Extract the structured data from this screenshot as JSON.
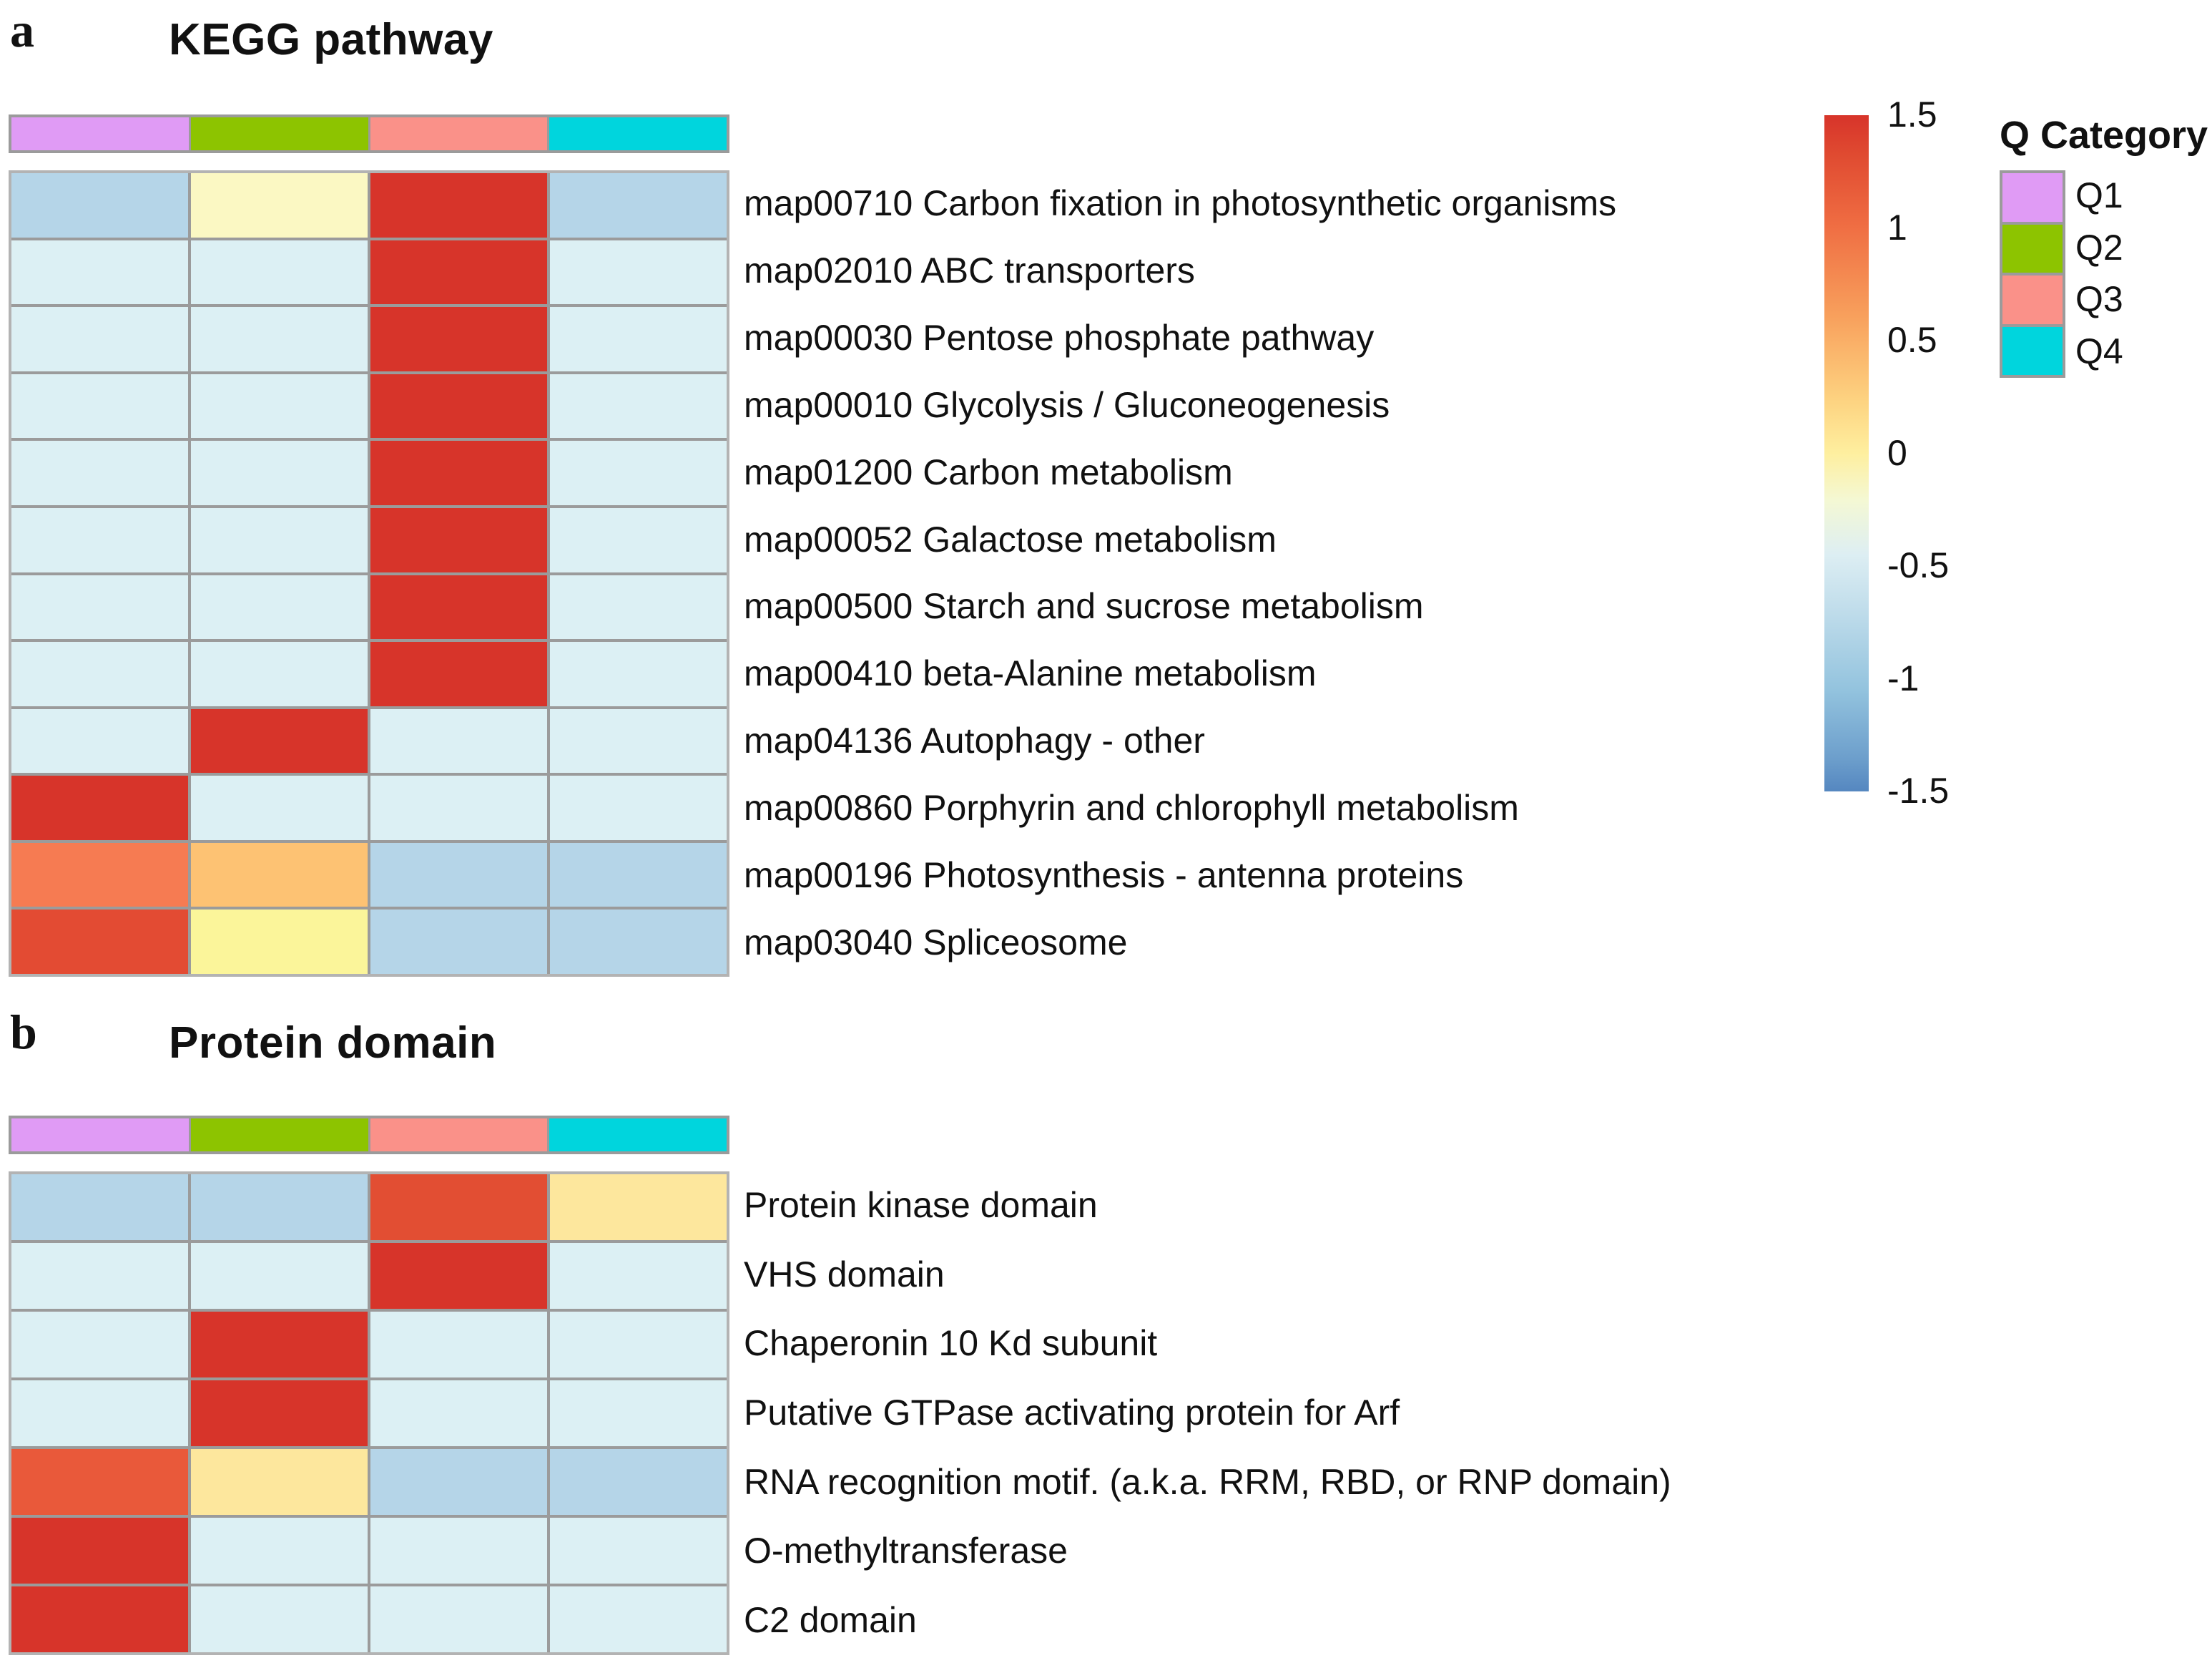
{
  "figure": {
    "panels": [
      {
        "letter": "a",
        "title": "KEGG pathway",
        "rows": [
          "map00710 Carbon fixation in photosynthetic organisms",
          "map02010 ABC transporters",
          "map00030 Pentose phosphate pathway",
          "map00010 Glycolysis / Gluconeogenesis",
          "map01200 Carbon metabolism",
          "map00052 Galactose metabolism",
          "map00500 Starch and sucrose metabolism",
          "map00410 beta-Alanine metabolism",
          "map04136 Autophagy - other",
          "map00860 Porphyrin and chlorophyll metabolism",
          "map00196 Photosynthesis - antenna proteins",
          "map03040 Spliceosome"
        ]
      },
      {
        "letter": "b",
        "title": "Protein domain",
        "rows": [
          "Protein kinase domain",
          "VHS domain",
          "Chaperonin 10 Kd subunit",
          "Putative GTPase activating protein for Arf",
          "RNA recognition motif. (a.k.a. RRM, RBD, or RNP domain)",
          "O-methyltransferase",
          "C2 domain"
        ]
      }
    ]
  },
  "colorbar": {
    "ticks": [
      "1.5",
      "1",
      "0.5",
      "0",
      "-0.5",
      "-1",
      "-1.5"
    ],
    "tick_values": [
      1.5,
      1,
      0.5,
      0,
      -0.5,
      -1,
      -1.5
    ],
    "vmin": -1.5,
    "vmax": 1.5,
    "high_color": "#d7342a",
    "mid_color": "#feef9f",
    "low_color": "#5587c0"
  },
  "q_legend": {
    "title": "Q Category",
    "items": [
      {
        "label": "Q1",
        "color": "#e09bf5"
      },
      {
        "label": "Q2",
        "color": "#8dc400"
      },
      {
        "label": "Q3",
        "color": "#fa9189"
      },
      {
        "label": "Q4",
        "color": "#00d5dd"
      }
    ]
  },
  "chart_data": {
    "type": "heatmap",
    "title": "",
    "columns": [
      "Q1",
      "Q2",
      "Q3",
      "Q4"
    ],
    "column_colors": [
      "#e09bf5",
      "#8dc400",
      "#fa9189",
      "#00d5dd"
    ],
    "colormap": "RdYlBu reversed",
    "zlim": [
      -1.5,
      1.5
    ],
    "zlabel": "",
    "grid": true,
    "legend_position": "right",
    "panels": [
      {
        "letter": "a",
        "title": "KEGG pathway",
        "ylabel": "",
        "xlabel": "",
        "rows": [
          "map00710 Carbon fixation in photosynthetic organisms",
          "map02010 ABC transporters",
          "map00030 Pentose phosphate pathway",
          "map00010 Glycolysis / Gluconeogenesis",
          "map01200 Carbon metabolism",
          "map00052 Galactose metabolism",
          "map00500 Starch and sucrose metabolism",
          "map00410 beta-Alanine metabolism",
          "map04136 Autophagy - other",
          "map00860 Porphyrin and chlorophyll metabolism",
          "map00196 Photosynthesis - antenna proteins",
          "map03040 Spliceosome"
        ],
        "values": [
          [
            -0.7,
            0.1,
            1.4,
            -0.7
          ],
          [
            -0.45,
            -0.45,
            1.4,
            -0.45
          ],
          [
            -0.45,
            -0.45,
            1.4,
            -0.45
          ],
          [
            -0.45,
            -0.45,
            1.4,
            -0.45
          ],
          [
            -0.45,
            -0.45,
            1.4,
            -0.45
          ],
          [
            -0.45,
            -0.45,
            1.4,
            -0.45
          ],
          [
            -0.45,
            -0.45,
            1.4,
            -0.45
          ],
          [
            -0.45,
            -0.45,
            1.4,
            -0.45
          ],
          [
            -0.45,
            1.4,
            -0.45,
            -0.45
          ],
          [
            1.4,
            -0.45,
            -0.45,
            -0.45
          ],
          [
            1.05,
            0.6,
            -0.7,
            -0.7
          ],
          [
            1.25,
            0.1,
            -0.7,
            -0.7
          ]
        ],
        "cell_colors": [
          [
            "#b5d5e8",
            "#fbf8c3",
            "#d7342a",
            "#b5d5e8"
          ],
          [
            "#dcf0f4",
            "#dcf0f4",
            "#d7342a",
            "#dcf0f4"
          ],
          [
            "#dcf0f4",
            "#dcf0f4",
            "#d7342a",
            "#dcf0f4"
          ],
          [
            "#dcf0f4",
            "#dcf0f4",
            "#d7342a",
            "#dcf0f4"
          ],
          [
            "#dcf0f4",
            "#dcf0f4",
            "#d7342a",
            "#dcf0f4"
          ],
          [
            "#dcf0f4",
            "#dcf0f4",
            "#d7342a",
            "#dcf0f4"
          ],
          [
            "#dcf0f4",
            "#dcf0f4",
            "#d7342a",
            "#dcf0f4"
          ],
          [
            "#dcf0f4",
            "#dcf0f4",
            "#d7342a",
            "#dcf0f4"
          ],
          [
            "#dcf0f4",
            "#d7342a",
            "#dcf0f4",
            "#dcf0f4"
          ],
          [
            "#d7342a",
            "#dcf0f4",
            "#dcf0f4",
            "#dcf0f4"
          ],
          [
            "#f67b52",
            "#fdc273",
            "#b5d5e8",
            "#b5d5e8"
          ],
          [
            "#e34b33",
            "#fbf59a",
            "#b5d5e8",
            "#b5d5e8"
          ]
        ]
      },
      {
        "letter": "b",
        "title": "Protein domain",
        "ylabel": "",
        "xlabel": "",
        "rows": [
          "Protein kinase domain",
          "VHS domain",
          "Chaperonin 10 Kd subunit",
          "Putative GTPase activating protein for Arf",
          "RNA recognition motif. (a.k.a. RRM, RBD, or RNP domain)",
          "O-methyltransferase",
          "C2 domain"
        ],
        "values": [
          [
            -0.7,
            -0.7,
            1.2,
            0.35
          ],
          [
            -0.45,
            -0.45,
            1.4,
            -0.45
          ],
          [
            -0.45,
            1.4,
            -0.45,
            -0.45
          ],
          [
            -0.45,
            1.4,
            -0.45,
            -0.45
          ],
          [
            1.2,
            0.35,
            -0.7,
            -0.7
          ],
          [
            1.4,
            -0.45,
            -0.45,
            -0.45
          ],
          [
            1.4,
            -0.45,
            -0.45,
            -0.45
          ]
        ],
        "cell_colors": [
          [
            "#b5d5e8",
            "#b5d5e8",
            "#e24e33",
            "#fde79d"
          ],
          [
            "#dcf0f4",
            "#dcf0f4",
            "#d7342a",
            "#dcf0f4"
          ],
          [
            "#dcf0f4",
            "#d7342a",
            "#dcf0f4",
            "#dcf0f4"
          ],
          [
            "#dcf0f4",
            "#d7342a",
            "#dcf0f4",
            "#dcf0f4"
          ],
          [
            "#e9593a",
            "#fde79d",
            "#b5d5e8",
            "#b5d5e8"
          ],
          [
            "#d7342a",
            "#dcf0f4",
            "#dcf0f4",
            "#dcf0f4"
          ],
          [
            "#d7342a",
            "#dcf0f4",
            "#dcf0f4",
            "#dcf0f4"
          ]
        ]
      }
    ]
  }
}
